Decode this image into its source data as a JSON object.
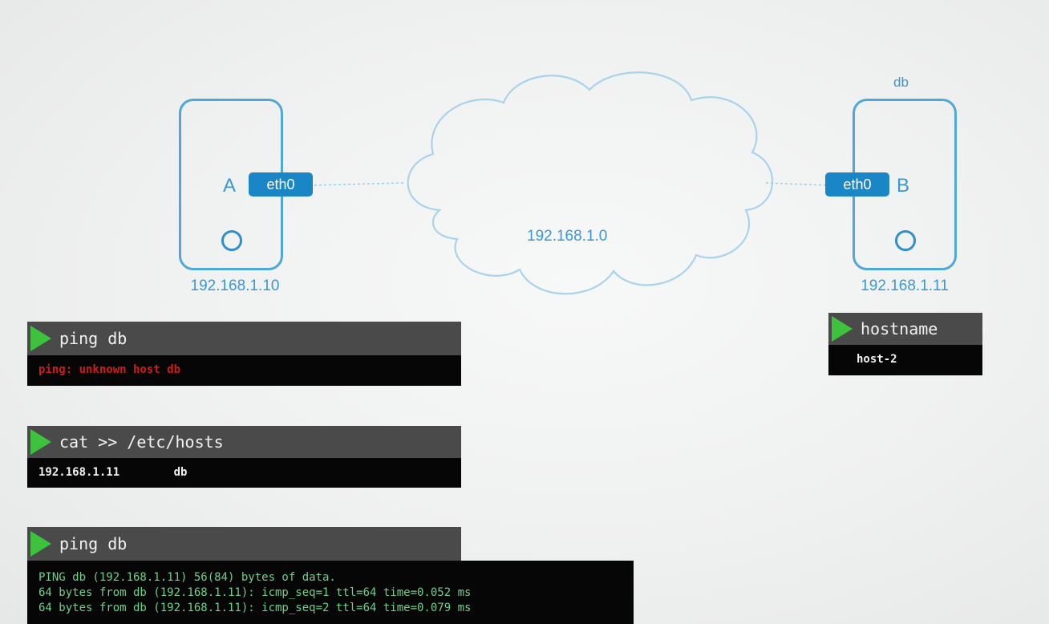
{
  "diagram": {
    "network": {
      "label": "192.168.1.0"
    },
    "host_a": {
      "letter": "A",
      "nic": "eth0",
      "ip": "192.168.1.10"
    },
    "host_b": {
      "letter": "B",
      "nic": "eth0",
      "ip": "192.168.1.11",
      "name": "db"
    }
  },
  "colors": {
    "outline": "#4fa8d8",
    "nic_fill": "#1a86c6",
    "label_text": "#3a97cf",
    "terminal_header": "#4a4a4a",
    "terminal_body": "#060606",
    "prompt": "#3ec23e",
    "error_text": "#d11a1a",
    "success_text": "#6fd08a"
  },
  "terminals": {
    "ping_fail": {
      "command": "ping db",
      "output": [
        "ping: unknown host db"
      ]
    },
    "hosts_file": {
      "command": "cat >> /etc/hosts",
      "output": [
        "192.168.1.11        db"
      ]
    },
    "ping_ok": {
      "command": "ping db",
      "output": [
        "PING db (192.168.1.11) 56(84) bytes of data.",
        "64 bytes from db (192.168.1.11): icmp_seq=1 ttl=64 time=0.052 ms",
        "64 bytes from db (192.168.1.11): icmp_seq=2 ttl=64 time=0.079 ms"
      ]
    },
    "hostname": {
      "command": "hostname",
      "output": [
        "host-2"
      ]
    }
  },
  "icons": {
    "prompt": "prompt-triangle-icon",
    "port": "port-circle-icon",
    "network": "cloud-icon"
  }
}
